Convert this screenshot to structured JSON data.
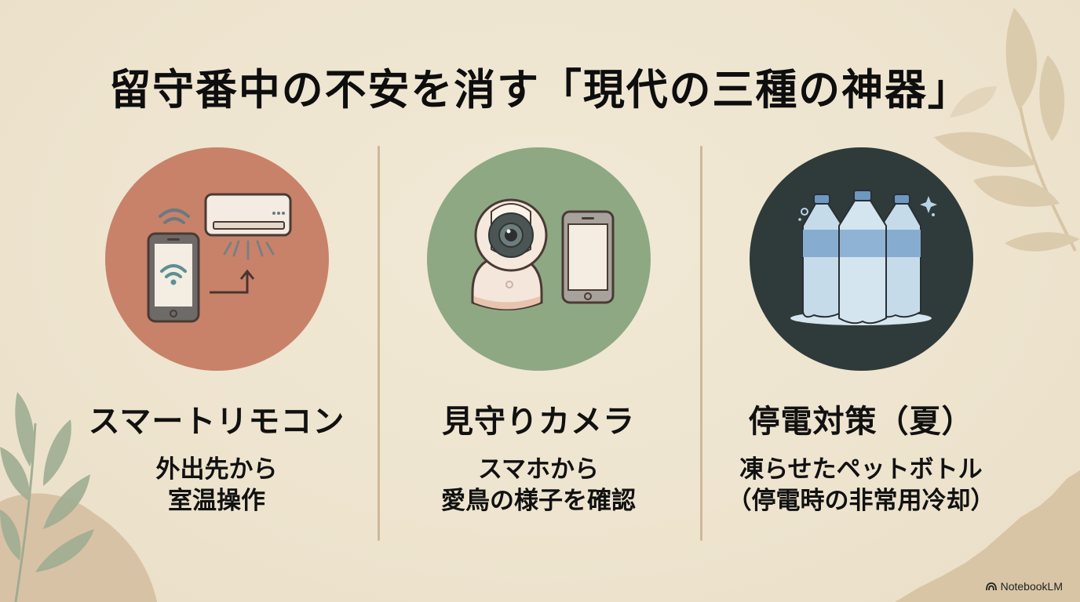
{
  "title": "留守番中の不安を消す「現代の三種の神器」",
  "colors": {
    "background": "#efe6d2",
    "divider": "#cdb89a",
    "circle_terracotta": "#c8826a",
    "circle_sage": "#8ea883",
    "circle_charcoal": "#2f3b3a"
  },
  "columns": [
    {
      "heading": "スマートリモコン",
      "description": "外出先から\n室温操作",
      "icon": "smartphone-aircon-icon"
    },
    {
      "heading": "見守りカメラ",
      "description": "スマホから\n愛鳥の様子を確認",
      "icon": "camera-smartphone-icon"
    },
    {
      "heading": "停電対策（夏）",
      "description": "凍らせたペットボトル\n（停電時の非常用冷却）",
      "icon": "frozen-bottles-icon"
    }
  ],
  "brand": {
    "label": "NotebookLM"
  }
}
